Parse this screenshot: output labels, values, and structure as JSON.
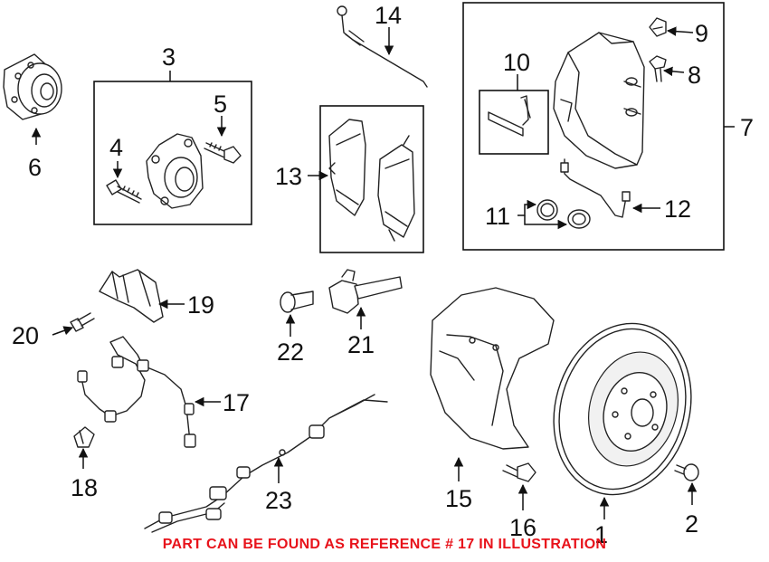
{
  "diagram": {
    "footer_note": "PART CAN BE FOUND AS REFERENCE # 17 IN ILLUSTRATION",
    "accent_color": "#e8131b",
    "callouts": {
      "c1": "1",
      "c2": "2",
      "c3": "3",
      "c4": "4",
      "c5": "5",
      "c6": "6",
      "c7": "7",
      "c8": "8",
      "c9": "9",
      "c10": "10",
      "c11": "11",
      "c12": "12",
      "c13": "13",
      "c14": "14",
      "c15": "15",
      "c16": "16",
      "c17": "17",
      "c18": "18",
      "c19": "19",
      "c20": "20",
      "c21": "21",
      "c22": "22",
      "c23": "23"
    }
  }
}
